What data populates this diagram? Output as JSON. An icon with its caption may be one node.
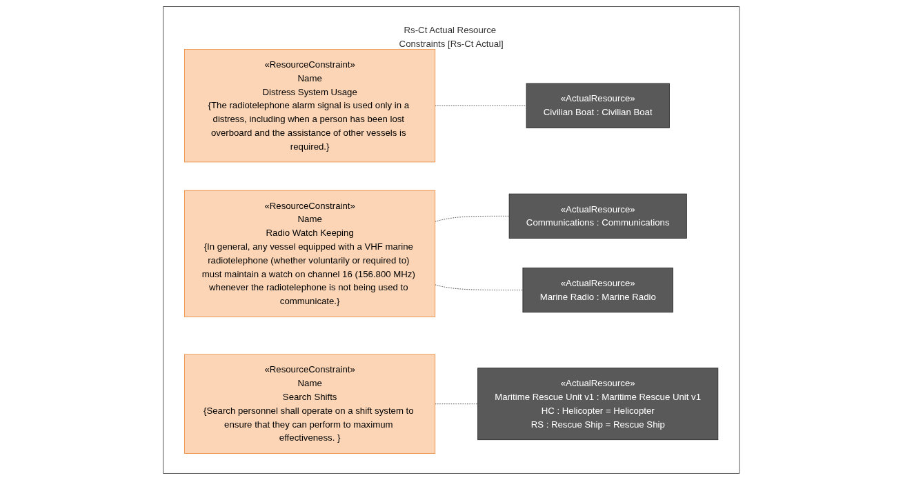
{
  "diagram": {
    "nodes": [
      {
        "text": [
          "Rs-Ct Actual Resource Constraints [Rs-Ct Actual]"
        ]
      },
      {
        "text": [
          "«ResourceConstraint»",
          "Name",
          "Distress System Usage",
          "{The radiotelephone alarm signal is used only in a distress, including when a person has been lost overboard and the assistance of other vessels is required.}"
        ],
        "in": 0
      },
      {
        "text": [
          "«ActualResource»",
          "Civilian Boat : Civilian Boat"
        ],
        "in": 0
      },
      {
        "text": [
          "«ResourceConstraint»",
          "Name",
          "Radio Watch Keeping",
          "{In general, any vessel equipped with a VHF marine radiotelephone (whether voluntarily or required to) must maintain a watch on channel 16 (156.800 MHz) whenever the radiotelephone is not being used to communicate.}"
        ],
        "in": 0
      },
      {
        "text": [
          "«ActualResource»",
          "Communications : Communications"
        ],
        "in": 0
      },
      {
        "text": [
          "«ActualResource»",
          "Marine Radio : Marine Radio"
        ],
        "in": 0
      },
      {
        "text": [
          "«ResourceConstraint»",
          "Name",
          "Search Shifts",
          "{Search personnel shall operate on a shift system to ensure that they can perform to maximum effectiveness. }"
        ],
        "in": 0
      },
      {
        "text": [
          "«ActualResource»",
          "Maritime Rescue Unit v1 : Maritime Rescue Unit v1",
          "HC : Helicopter = Helicopter",
          "RS : Rescue Ship = Rescue Ship"
        ],
        "in": 0
      }
    ],
    "edges": [
      {
        "from": 1,
        "to": 2,
        "arrow": "none",
        "style": "dashed"
      },
      {
        "from": 3,
        "to": 4,
        "arrow": "none",
        "style": "dashed"
      },
      {
        "from": 3,
        "to": 5,
        "arrow": "none",
        "style": "dashed"
      },
      {
        "from": 6,
        "to": 7,
        "arrow": "none",
        "style": "dashed"
      }
    ]
  }
}
